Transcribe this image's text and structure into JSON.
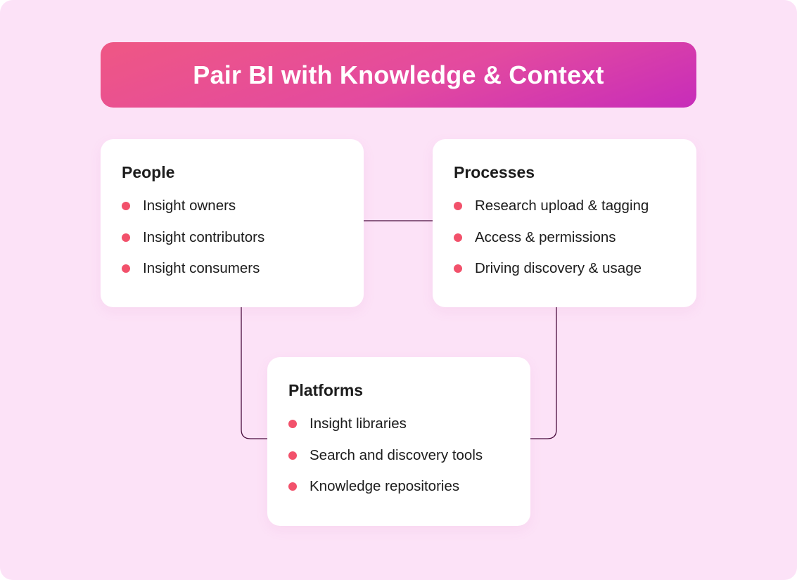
{
  "title": "Pair BI with Knowledge & Context",
  "colors": {
    "background": "#fce2f7",
    "banner_gradient_start": "#ef5784",
    "banner_gradient_end": "#c72cba",
    "card": "#ffffff",
    "bullet": "#f2516b",
    "connector": "#4a0e3e",
    "text": "#1c1c1c"
  },
  "cards": [
    {
      "id": "people",
      "title": "People",
      "items": [
        "Insight owners",
        "Insight contributors",
        "Insight consumers"
      ]
    },
    {
      "id": "processes",
      "title": "Processes",
      "items": [
        "Research upload & tagging",
        "Access & permissions",
        "Driving discovery & usage"
      ]
    },
    {
      "id": "platforms",
      "title": "Platforms",
      "items": [
        "Insight libraries",
        "Search and discovery tools",
        "Knowledge repositories"
      ]
    }
  ],
  "connections": [
    {
      "from": "people",
      "to": "processes"
    },
    {
      "from": "people",
      "to": "platforms"
    },
    {
      "from": "processes",
      "to": "platforms"
    }
  ]
}
